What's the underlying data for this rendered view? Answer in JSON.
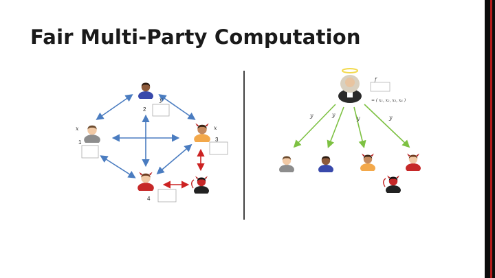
{
  "slide": {
    "title": "Fair Multi-Party Computation"
  },
  "left_diagram": {
    "parties": [
      {
        "id": "2",
        "role": "honest",
        "input": "y"
      },
      {
        "id": "1",
        "role": "honest",
        "input": "x"
      },
      {
        "id": "3",
        "role": "corrupted",
        "input": "x"
      },
      {
        "id": "4",
        "role": "corrupted",
        "input": ""
      }
    ]
  },
  "right_diagram": {
    "output_label": "f",
    "output_labels": [
      "y",
      "y",
      "y",
      "y"
    ],
    "formula": "= ( x₁, x₂, x₃, x₄ )"
  },
  "colors": {
    "honest_arrow": "#4a7cc0",
    "adversary_arrow": "#cc2222",
    "output_arrow": "#7dc142",
    "divider": "#111111"
  }
}
